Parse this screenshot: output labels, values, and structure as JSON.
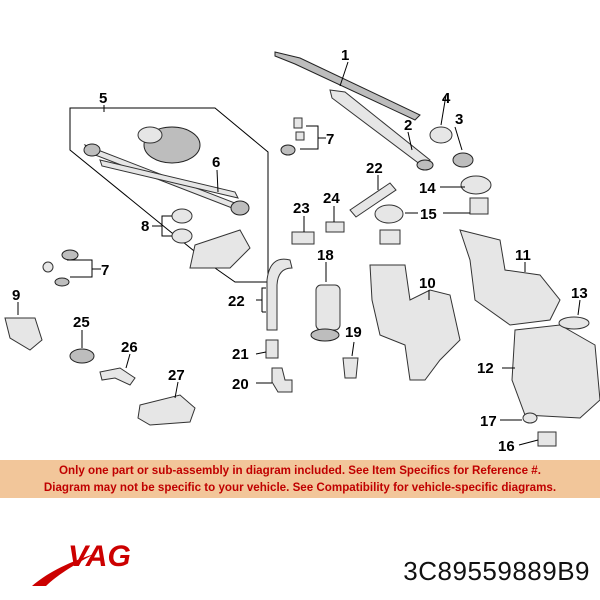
{
  "diagram": {
    "callouts": {
      "c1": "1",
      "c2": "2",
      "c3": "3",
      "c4": "4",
      "c5": "5",
      "c6": "6",
      "c7a": "7",
      "c7b": "7",
      "c8": "8",
      "c9": "9",
      "c10": "10",
      "c11": "11",
      "c12": "12",
      "c13": "13",
      "c14": "14",
      "c15": "15",
      "c16": "16",
      "c17": "17",
      "c18": "18",
      "c19": "19",
      "c20": "20",
      "c21": "21",
      "c22a": "22",
      "c22b": "22",
      "c23": "23",
      "c24": "24",
      "c25": "25",
      "c26": "26",
      "c27": "27"
    }
  },
  "notice": {
    "line1": "Only one part or sub-assembly in diagram included. See Item Specifics for Reference #.",
    "line2": "Diagram may not be specific to your vehicle. See Compatibility for vehicle-specific diagrams."
  },
  "brand": {
    "name": "VAG",
    "color": "#cc0000"
  },
  "part_number": "3C89559889B9",
  "colors": {
    "banner": "#f2c69a",
    "banner_text": "#c00000"
  }
}
